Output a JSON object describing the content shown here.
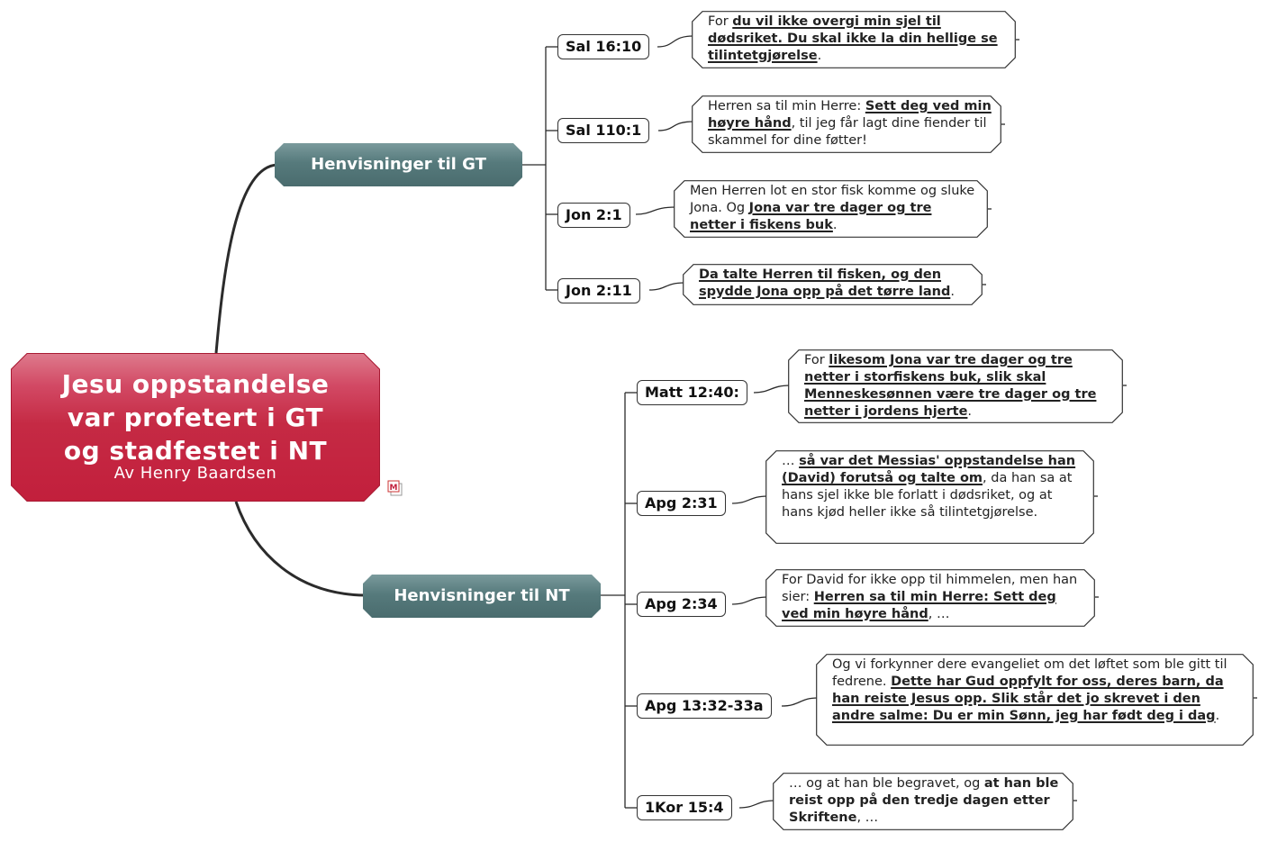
{
  "root": {
    "title": "Jesu oppstandelse\nvar profetert i GT\nog stadfestet i NT",
    "subtitle": "Av Henry Baardsen"
  },
  "icons": {
    "mindmanager": "mindmanager-icon"
  },
  "colors": {
    "root": "#c21f3c",
    "branch": "#567a7c"
  },
  "branches": [
    {
      "label": "Henvisninger til GT",
      "children": [
        {
          "ref": "Sal 16:10",
          "parts": [
            {
              "t": "For ",
              "s": ""
            },
            {
              "t": "du vil ikke overgi min sjel til dødsriket. Du skal ikke la din hellige se tilintetgjørelse",
              "s": "u"
            },
            {
              "t": ".",
              "s": ""
            }
          ]
        },
        {
          "ref": "Sal 110:1",
          "parts": [
            {
              "t": "Herren sa til min Herre: ",
              "s": ""
            },
            {
              "t": "Sett deg ved min høyre hånd",
              "s": "u"
            },
            {
              "t": ", til jeg får lagt dine fiender til skammel for dine føtter!",
              "s": ""
            }
          ]
        },
        {
          "ref": "Jon 2:1",
          "parts": [
            {
              "t": "Men Herren lot en stor fisk komme og sluke Jona. Og ",
              "s": ""
            },
            {
              "t": "Jona var tre dager og tre netter i fiskens buk",
              "s": "u"
            },
            {
              "t": ".",
              "s": ""
            }
          ]
        },
        {
          "ref": "Jon 2:11",
          "parts": [
            {
              "t": "Da talte Herren til fisken, og den spydde Jona opp på det tørre land",
              "s": "u"
            },
            {
              "t": ".",
              "s": ""
            }
          ]
        }
      ]
    },
    {
      "label": "Henvisninger til NT",
      "children": [
        {
          "ref": "Matt 12:40:",
          "parts": [
            {
              "t": "For ",
              "s": ""
            },
            {
              "t": "likesom Jona var tre dager og tre netter i storfiskens buk, slik skal Menneskesønnen være tre dager og tre netter i jordens hjerte",
              "s": "u"
            },
            {
              "t": ".",
              "s": ""
            }
          ]
        },
        {
          "ref": "Apg 2:31",
          "parts": [
            {
              "t": "… ",
              "s": ""
            },
            {
              "t": "så var det Messias' oppstandelse han (David) forutså og talte om",
              "s": "u"
            },
            {
              "t": ", da han sa at hans sjel ikke ble forlatt i dødsriket, og at hans kjød heller ikke så tilintetgjørelse.",
              "s": ""
            }
          ]
        },
        {
          "ref": "Apg 2:34",
          "parts": [
            {
              "t": "For David for ikke opp til himmelen, men han sier: ",
              "s": ""
            },
            {
              "t": "Herren sa til min Herre: Sett deg ved min høyre hånd",
              "s": "u"
            },
            {
              "t": ", …",
              "s": ""
            }
          ]
        },
        {
          "ref": "Apg 13:32-33a",
          "parts": [
            {
              "t": "Og vi forkynner dere evangeliet om det løftet som ble gitt til fedrene. ",
              "s": ""
            },
            {
              "t": "Dette har Gud oppfylt for oss, deres barn, da han reiste Jesus opp. Slik står det jo skrevet i den andre salme: Du er min Sønn, jeg har født deg i dag",
              "s": "u"
            },
            {
              "t": ".",
              "s": ""
            }
          ]
        },
        {
          "ref": "1Kor 15:4",
          "parts": [
            {
              "t": "… og at han ble begravet, og ",
              "s": ""
            },
            {
              "t": "at han ble reist opp på den tredje dagen etter Skriftene",
              "s": "b"
            },
            {
              "t": ", …",
              "s": ""
            }
          ]
        }
      ]
    }
  ]
}
